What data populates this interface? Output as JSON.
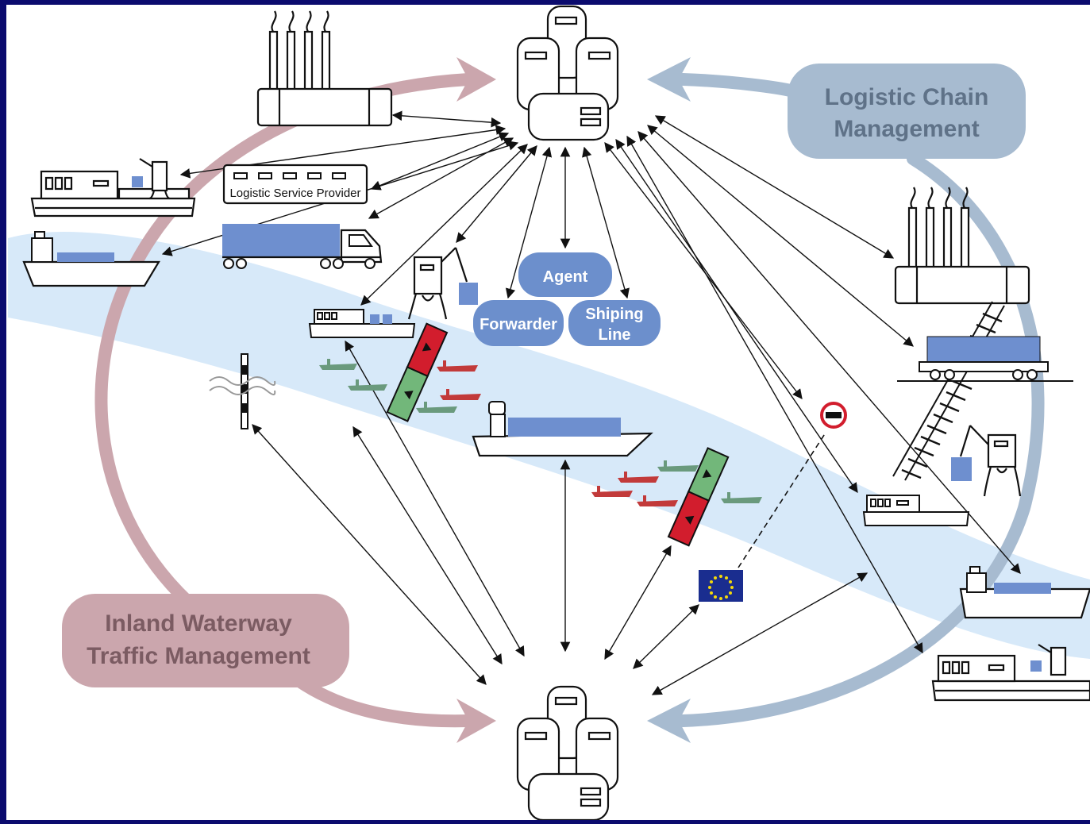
{
  "labels": {
    "logistic_chain_line1": "Logistic Chain",
    "logistic_chain_line2": "Management",
    "inland_line1": "Inland Waterway",
    "inland_line2": "Traffic Management",
    "lsp": "Logistic Service Provider",
    "agent": "Agent",
    "forwarder": "Forwarder",
    "shiping_line1": "Shiping",
    "shiping_line2": "Line"
  },
  "colors": {
    "frame": "#0b0b6e",
    "canvas": "#ffffff",
    "river": "#d7e9f9",
    "pink_loop": "#cba6ad",
    "blue_loop": "#a7bbd0",
    "ship_blue": "#6e8fcf",
    "pill_blue": "#6c8fcc",
    "lock_red": "#d21d2d",
    "lock_green": "#72b77a",
    "small_boat_red": "#c23a3a",
    "small_boat_green": "#6a9a7d",
    "label_pink_text": "#7b5b62",
    "label_blue_text": "#5f7288"
  },
  "icons": [
    "server-cluster-icon",
    "factory-icon",
    "ship-icon",
    "truck-icon",
    "crane-icon",
    "train-wagon-icon",
    "railway-track-icon",
    "lock-gate-icon",
    "gauge-pole-icon",
    "no-entry-sign-icon",
    "eu-flag-icon"
  ]
}
